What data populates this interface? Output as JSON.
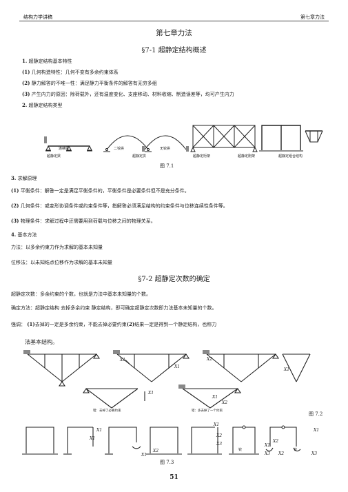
{
  "header": {
    "left": "结构力学讲稿",
    "right": "第七章力法"
  },
  "chapter_title": "第七章力法",
  "section1_title": "§7-1 超静定结构概述",
  "s1_items": [
    {
      "num": "1.",
      "text": "超静定结构基本特性"
    },
    {
      "num": "(1)",
      "text": "几何构造特性：几何不变有多余约束体系"
    },
    {
      "num": "(2)",
      "text": "静力解答的不唯一性：满足静力平衡条件的解答有无穷多组"
    },
    {
      "num": "(3)",
      "text": "产生内力的原因：除荷载外，还有温度变化、支座移动、材料收缩、制造误差等，均可产生内力"
    },
    {
      "num": "2.",
      "text": "超静定结构类型"
    }
  ],
  "fig1": {
    "labels": [
      "连续梁",
      "超静定梁",
      "二铰拱",
      "超静定拱",
      "无铰拱",
      "超静定桁架",
      "超静定刚架",
      "超静定组合结构"
    ],
    "caption": "图 7.1"
  },
  "s3_items": [
    {
      "num": "3.",
      "text": "求解原理"
    },
    {
      "num": "(1)",
      "text": "平衡条件：解答一定是满足平衡条件的，平衡条件是必要条件但不是充分条件。"
    },
    {
      "num": "(2)",
      "text": "几何条件：或变形协调条件或约束条件等，指解答必须满足结构的约束条件与位移连续性条件等。"
    },
    {
      "num": "(3)",
      "text": "物理条件：求解过程中还需要用到荷载与位移之间的物理关系。"
    },
    {
      "num": "4.",
      "text": "基本方法"
    }
  ],
  "methods": [
    "力法：以多余约束力作为求解的基本未知量",
    "位移法：以未知结点位移作为求解的基本未知量"
  ],
  "section2_title": "§7-2 超静定次数的确定",
  "s2_lines": [
    "超静定次数：多余约束的个数，也就是力法中基本未知量的个数。",
    "确定方法：超静定结构 去掉多余约束 静定结构，即可确定超静定次数即力法基本未知量的个数。",
    "强调：",
    "(1)",
    "去掉的一定是多余约束，不能去掉必要约束",
    "(2)",
    "结果一定是得到一个静定结构，也称力",
    "法基本结构。"
  ],
  "fig2": {
    "labels": [
      "错：去掉了必要约束",
      "错：多去掉了一个约束"
    ],
    "var_labels": [
      "X1",
      "X1",
      "X1",
      "X2",
      "X1",
      "X1",
      "X2"
    ],
    "caption": "图 7.2"
  },
  "fig3": {
    "var_labels": [
      "X1",
      "X1",
      "X1",
      "X2",
      "X1",
      "X2",
      "X3",
      "X1",
      "X2",
      "X3",
      "X1",
      "X2",
      "X3"
    ],
    "extra": [
      "铰",
      "铰"
    ],
    "caption": "图 7.3"
  },
  "page_number": "51"
}
